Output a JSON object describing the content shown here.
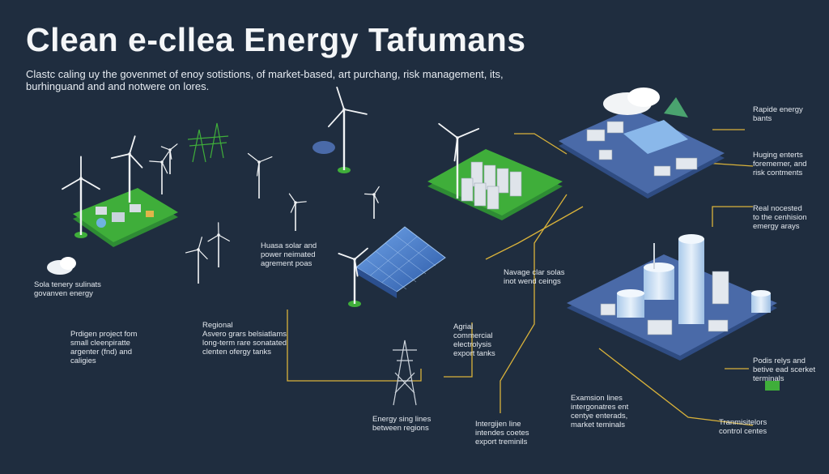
{
  "title": "Clean e-cllea Energy Tafumans",
  "intro": "Clastc caling uy the govenmet of enoy sotistions, of market-based, art purchang, risk management, its, burhinguand and and notwere on lores.",
  "labels": {
    "solar_territory": "Sola tenery sulinats\ngovanven energy",
    "hydrogen_project": "Prdigen project fom\nsmall cleenpiratte\nargenter (fnd) and\ncaligies",
    "hybrid_solar": "Huasa solar and\npower neimated\nagrement poas",
    "regional_storage": "Regional\nAsvero grars belsiatlams\nlong-term rare sonatated\nclenten ofergy tanks",
    "energy_lines": "Energy sing lines\nbetween regions",
    "agri_commercial": "Agrial\ncommercial\nelectrolysis\nexport tanks",
    "interregion_line": "Intergijen line\nintendes coetes\nexport treminils",
    "storage_wind": "Navage clar solas\ninot wend ceings",
    "expansion_lines": "Examsion lines\nintergonatres ent\ncentye enterads,\nmarket teminals",
    "transmission_control": "Tranmisitelors\ncontrol centes",
    "rapid_energy": "Rapide energy\nbants",
    "hedging": "Huging enterts\nforememer, and\nrisk contments",
    "rail_connected": "Real nocested\nto the cenhision\nemergy arays",
    "ports": "Podis relys and\nbetive ead scerket\nterminals"
  },
  "colors": {
    "background": "#1f2d3f",
    "platform_green": "#3fae3a",
    "platform_blue": "#4a6aa8",
    "solar_blue": "#3d6fc0",
    "connector": "#d9b23a",
    "turbine": "#f2f4f6"
  }
}
